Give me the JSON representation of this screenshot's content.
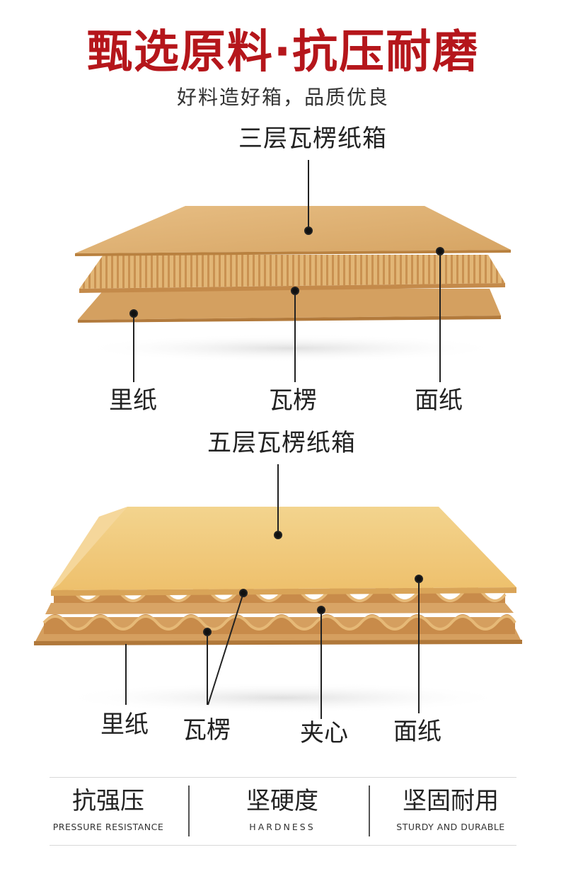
{
  "header": {
    "title": "甄选原料·抗压耐磨",
    "subtitle": "好料造好箱，品质优良"
  },
  "three_layer": {
    "title": "三层瓦楞纸箱",
    "labels": {
      "inner": "里纸",
      "flute": "瓦楞",
      "face": "面纸"
    }
  },
  "five_layer": {
    "title": "五层瓦楞纸箱",
    "labels": {
      "inner": "里纸",
      "flute": "瓦楞",
      "core": "夹心",
      "face": "面纸"
    }
  },
  "features": [
    {
      "name": "抗强压",
      "sub": "PRESSURE RESISTANCE"
    },
    {
      "name": "坚硬度",
      "sub": "HARDNESS"
    },
    {
      "name": "坚固耐用",
      "sub": "STURDY AND DURABLE"
    }
  ],
  "colors": {
    "title_red": "#b5161b",
    "kraft": "#d9a96a",
    "kraft_light": "#e8bf82",
    "kraft_dark": "#b5803f",
    "yellow_board": "#f0c878"
  }
}
